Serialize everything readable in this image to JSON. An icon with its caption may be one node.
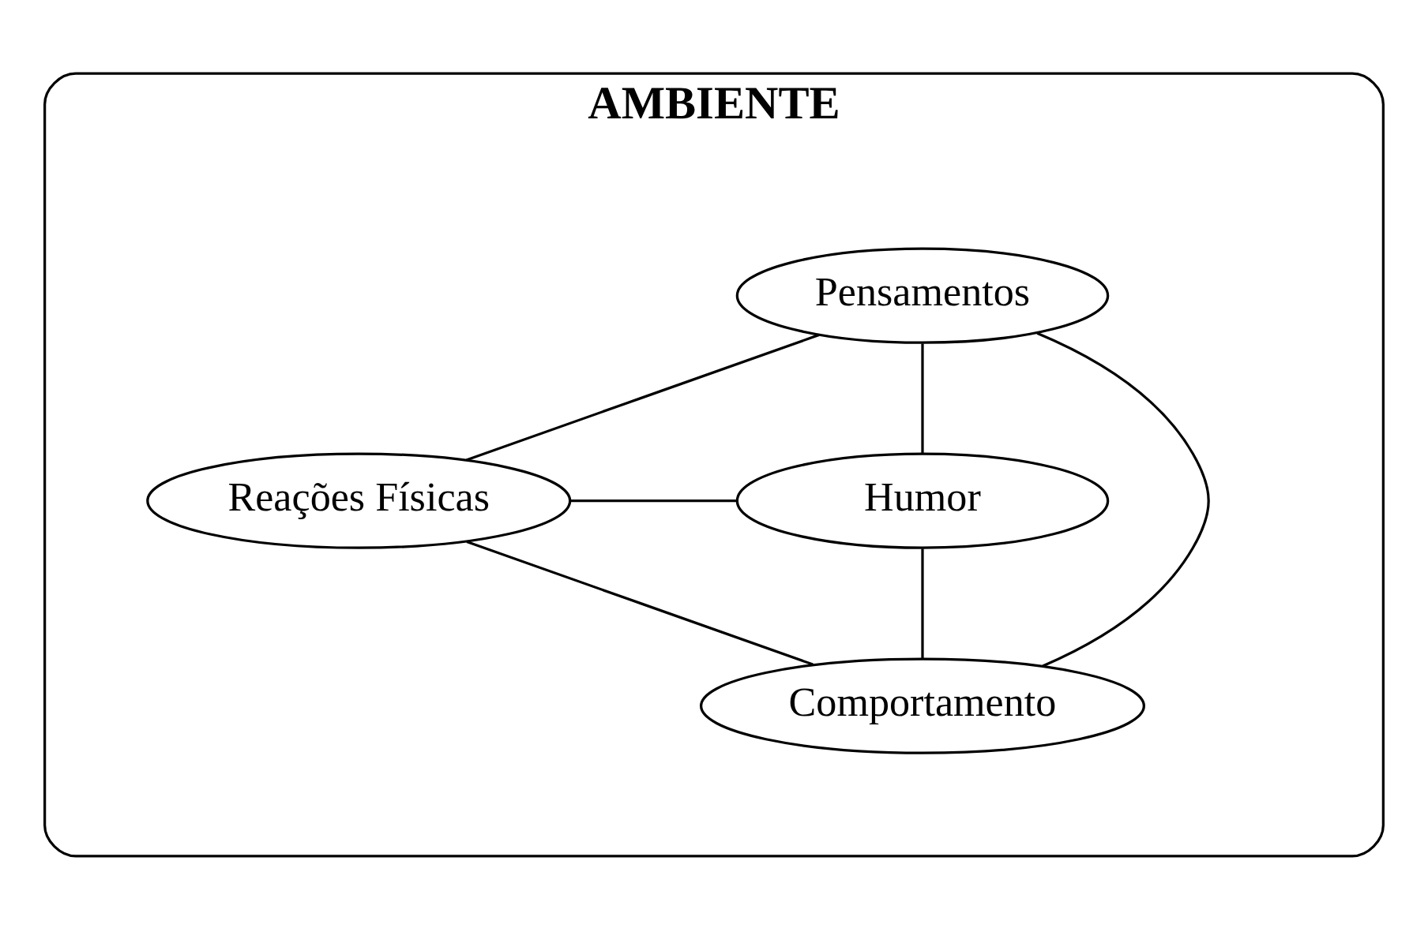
{
  "diagram": {
    "nodes": [
      {
        "text": [
          "AMBIENTE"
        ]
      },
      {
        "text": [
          "Pensamentos"
        ],
        "in": 0
      },
      {
        "text": [
          "Reações Físicas"
        ],
        "in": 0
      },
      {
        "text": [
          "Humor"
        ],
        "in": 0
      },
      {
        "text": [
          "Comportamento"
        ],
        "in": 0
      }
    ],
    "edges": [
      {
        "from": 1,
        "to": 2,
        "arrow": "none"
      },
      {
        "from": 1,
        "to": 3,
        "arrow": "none"
      },
      {
        "from": 2,
        "to": 4,
        "arrow": "none"
      },
      {
        "from": 3,
        "to": 4,
        "arrow": "none"
      },
      {
        "from": 1,
        "to": 4,
        "arrow": "none"
      },
      {
        "from": 2,
        "to": 3,
        "arrow": "none"
      }
    ]
  }
}
